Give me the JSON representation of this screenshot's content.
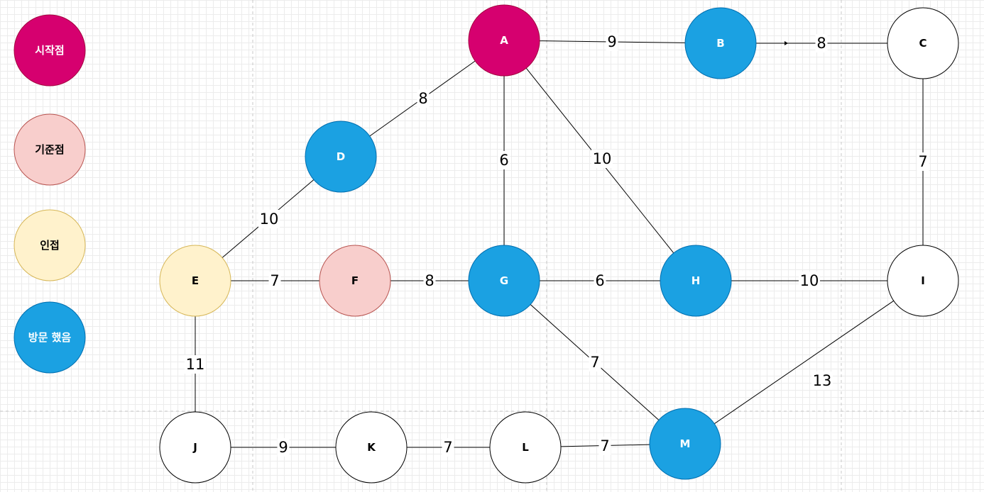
{
  "colors": {
    "start": "#d6006f",
    "current": "#f8cecc",
    "adjacent": "#fff2cc",
    "visited": "#1ba1e2",
    "unvisited": "#ffffff"
  },
  "legend": [
    {
      "key": "start",
      "label": "시작점"
    },
    {
      "key": "current",
      "label": "기준점"
    },
    {
      "key": "adjacent",
      "label": "인접"
    },
    {
      "key": "visited",
      "label": "방문 했음"
    }
  ],
  "nodes": [
    {
      "id": "A",
      "label": "A",
      "state": "start"
    },
    {
      "id": "B",
      "label": "B",
      "state": "visited"
    },
    {
      "id": "C",
      "label": "C",
      "state": "unvisited"
    },
    {
      "id": "D",
      "label": "D",
      "state": "visited"
    },
    {
      "id": "E",
      "label": "E",
      "state": "adjacent"
    },
    {
      "id": "F",
      "label": "F",
      "state": "current"
    },
    {
      "id": "G",
      "label": "G",
      "state": "visited"
    },
    {
      "id": "H",
      "label": "H",
      "state": "visited"
    },
    {
      "id": "I",
      "label": "I",
      "state": "unvisited"
    },
    {
      "id": "J",
      "label": "J",
      "state": "unvisited"
    },
    {
      "id": "K",
      "label": "K",
      "state": "unvisited"
    },
    {
      "id": "L",
      "label": "L",
      "state": "unvisited"
    },
    {
      "id": "M",
      "label": "M",
      "state": "visited"
    }
  ],
  "edges": [
    {
      "from": "A",
      "to": "B",
      "weight": "9"
    },
    {
      "from": "B",
      "to": "C",
      "weight": "8"
    },
    {
      "from": "A",
      "to": "D",
      "weight": "8"
    },
    {
      "from": "A",
      "to": "G",
      "weight": "6"
    },
    {
      "from": "A",
      "to": "H",
      "weight": "10"
    },
    {
      "from": "C",
      "to": "I",
      "weight": "7"
    },
    {
      "from": "D",
      "to": "E",
      "weight": "10"
    },
    {
      "from": "E",
      "to": "F",
      "weight": "7"
    },
    {
      "from": "F",
      "to": "G",
      "weight": "8"
    },
    {
      "from": "G",
      "to": "H",
      "weight": "6"
    },
    {
      "from": "H",
      "to": "I",
      "weight": "10"
    },
    {
      "from": "E",
      "to": "J",
      "weight": "11"
    },
    {
      "from": "G",
      "to": "M",
      "weight": "7"
    },
    {
      "from": "I",
      "to": "M",
      "weight": "13"
    },
    {
      "from": "J",
      "to": "K",
      "weight": "9"
    },
    {
      "from": "K",
      "to": "L",
      "weight": "7"
    },
    {
      "from": "L",
      "to": "M",
      "weight": "7"
    }
  ]
}
